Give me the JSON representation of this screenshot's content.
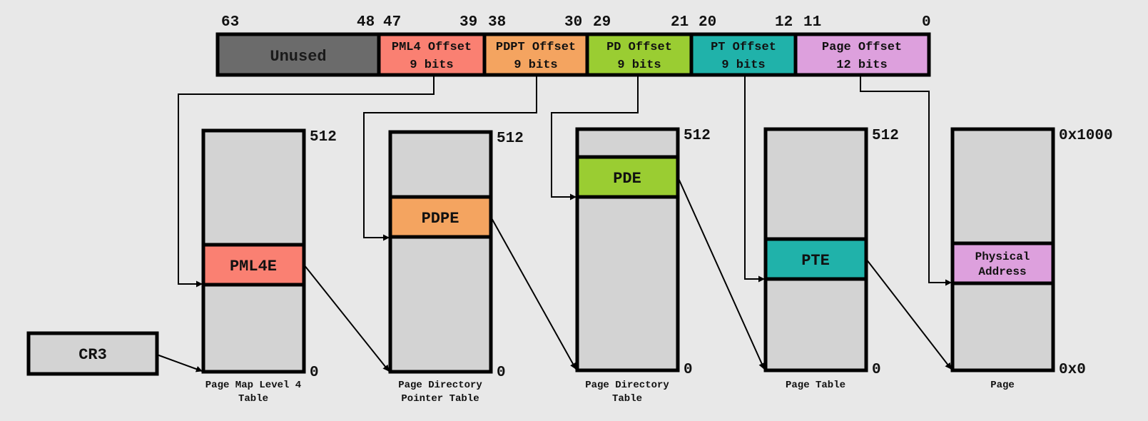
{
  "colors": {
    "background": "#e8e8e8",
    "table_fill": "#d3d3d3",
    "unused": "#6b6b6b",
    "pml4": "#fa8072",
    "pdpt": "#f4a460",
    "pd": "#9acd32",
    "pt": "#20b2aa",
    "page": "#dda0dd"
  },
  "bit_numbers": [
    "63",
    "48",
    "47",
    "39",
    "38",
    "30",
    "29",
    "21",
    "20",
    "12",
    "11",
    "0"
  ],
  "address_fields": [
    {
      "name": "Unused",
      "bits": ""
    },
    {
      "name": "PML4 Offset",
      "bits": "9 bits"
    },
    {
      "name": "PDPT Offset",
      "bits": "9 bits"
    },
    {
      "name": "PD Offset",
      "bits": "9 bits"
    },
    {
      "name": "PT Offset",
      "bits": "9 bits"
    },
    {
      "name": "Page Offset",
      "bits": "12 bits"
    }
  ],
  "tables": [
    {
      "entry": [
        "PML4E"
      ],
      "top": "512",
      "bottom": "0",
      "caption": [
        "Page Map Level 4",
        "Table"
      ]
    },
    {
      "entry": [
        "PDPE"
      ],
      "top": "512",
      "bottom": "0",
      "caption": [
        "Page Directory",
        "Pointer Table"
      ]
    },
    {
      "entry": [
        "PDE"
      ],
      "top": "512",
      "bottom": "0",
      "caption": [
        "Page Directory",
        "Table"
      ]
    },
    {
      "entry": [
        "PTE"
      ],
      "top": "512",
      "bottom": "0",
      "caption": [
        "Page Table"
      ]
    },
    {
      "entry": [
        "Physical",
        "Address"
      ],
      "top": "0x1000",
      "bottom": "0x0",
      "caption": [
        "Page"
      ]
    }
  ],
  "register": "CR3"
}
